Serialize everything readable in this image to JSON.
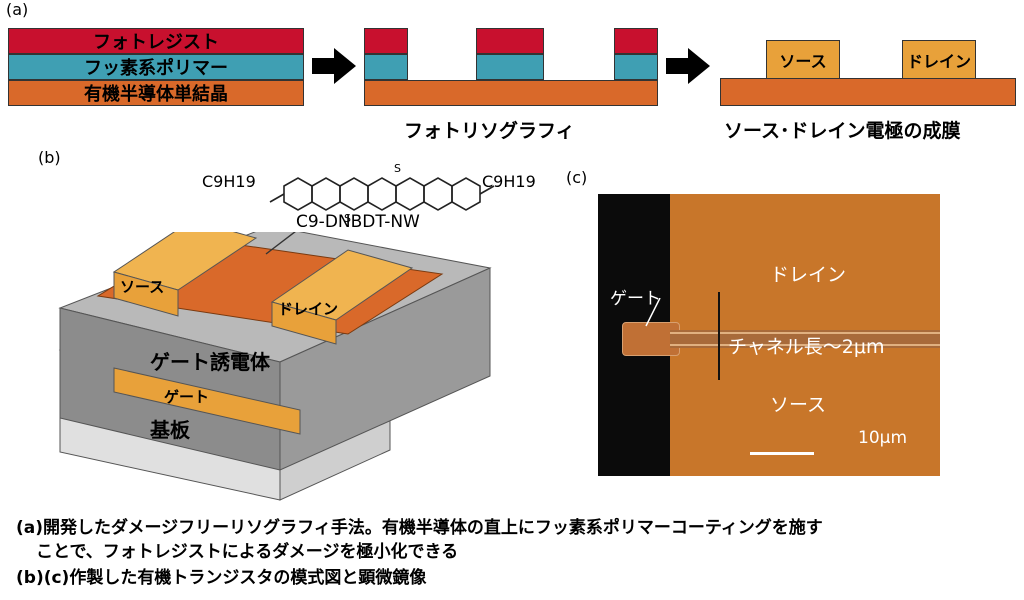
{
  "panel_a": {
    "label": "(a)",
    "layers": [
      "フォトレジスト",
      "フッ素系ポリマー",
      "有機半導体単結晶"
    ],
    "step2_caption": "フォトリソグラフィ",
    "step3_source": "ソース",
    "step3_drain": "ドレイン",
    "step3_caption": "ソース･ドレイン電極の成膜"
  },
  "panel_b": {
    "label": "(b)",
    "molecule_label": "C9-DNBDT-NW",
    "molecule_sub_left": "C9H19",
    "molecule_sub_right": "C9H19",
    "atom_s": "S",
    "source": "ソース",
    "drain": "ドレイン",
    "dielectric": "ゲート誘電体",
    "gate": "ゲート",
    "substrate": "基板"
  },
  "panel_c": {
    "label": "(c)",
    "drain": "ドレイン",
    "gate": "ゲート",
    "channel": "チャネル長～2μm",
    "source": "ソース",
    "scale": "10μm"
  },
  "caption": {
    "line1": "(a)開発したダメージフリーリソグラフィ手法。有機半導体の直上にフッ素系ポリマーコーティングを施す",
    "line2": "ことで、フォトレジストによるダメージを極小化できる",
    "line3": "(b)(c)作製した有機トランジスタの模式図と顕微鏡像"
  },
  "colors": {
    "photoresist": "#c8102e",
    "fluoropolymer": "#3f9fb3",
    "semiconductor": "#d9692a",
    "electrode": "#e8a13a",
    "micrograph": "#c8762a"
  }
}
